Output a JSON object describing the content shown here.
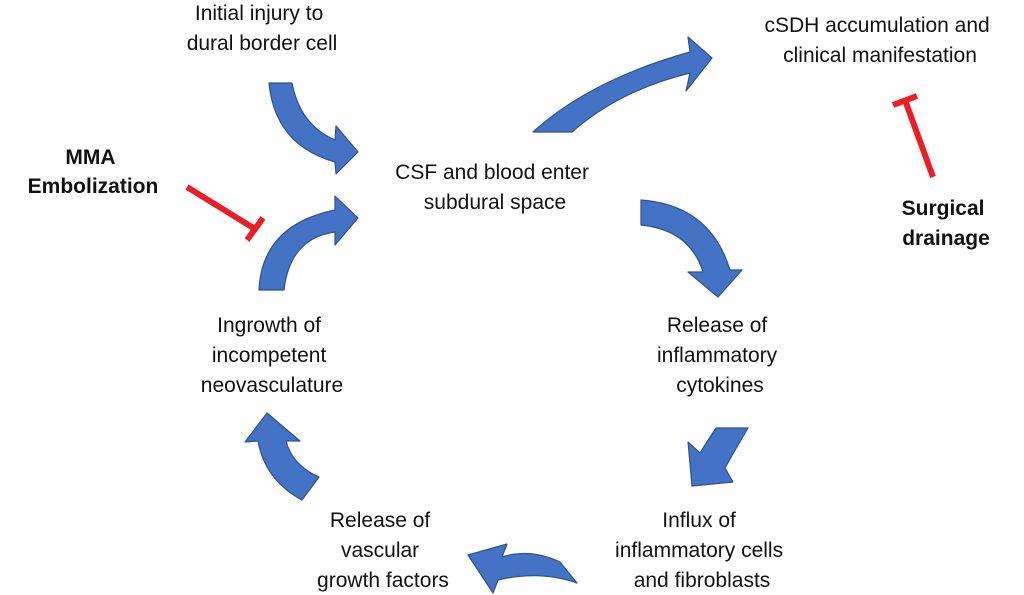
{
  "colors": {
    "arrow": "#4472C4",
    "arrow_outline": "#2F528F",
    "inhibitor": "#EE1C25"
  },
  "nodes": {
    "initial_injury": [
      "Initial injury to",
      "dural border cell"
    ],
    "csdh": [
      "cSDH accumulation and",
      "clinical manifestation"
    ],
    "csf_blood": [
      "CSF and blood enter",
      "subdural space"
    ],
    "cytokines": [
      "Release of",
      "inflammatory",
      "cytokines"
    ],
    "influx": [
      "Influx of",
      "inflammatory cells",
      "and fibroblasts"
    ],
    "growth_factors": [
      "Release of",
      "vascular",
      "growth factors"
    ],
    "neovasculature": [
      "Ingrowth of",
      "incompetent",
      "neovasculature"
    ]
  },
  "interventions": {
    "mma": [
      "MMA",
      "Embolization"
    ],
    "surgical": [
      "Surgical",
      "drainage"
    ]
  }
}
